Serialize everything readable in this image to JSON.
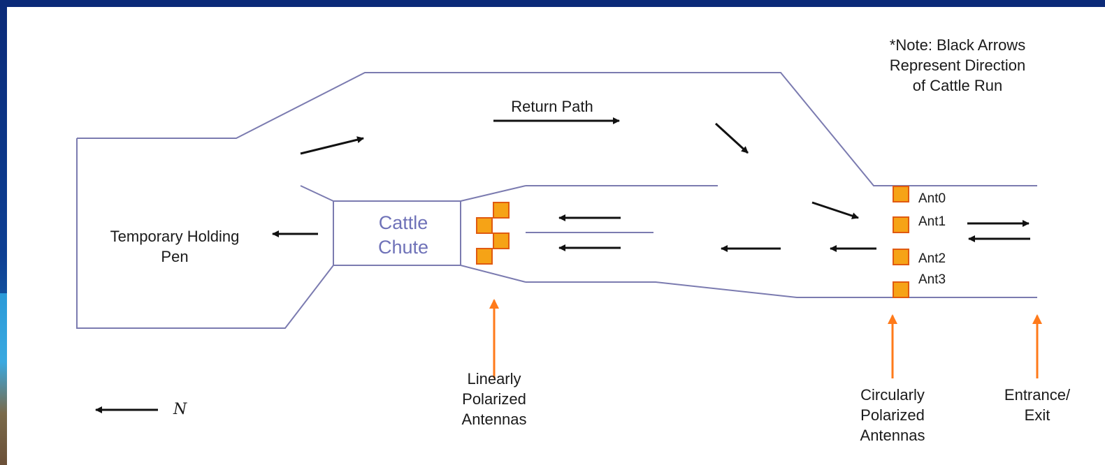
{
  "note": "*Note: Black Arrows\nRepresent Direction\nof Cattle Run",
  "labels": {
    "return_path": "Return Path",
    "holding_pen": "Temporary Holding\nPen",
    "cattle_chute": "Cattle\nChute",
    "linear_antennas": "Linearly\nPolarized\nAntennas",
    "circular_antennas": "Circularly\nPolarized\nAntennas",
    "entrance_exit": "Entrance/\nExit",
    "north": "N"
  },
  "antennas": [
    "Ant0",
    "Ant1",
    "Ant2",
    "Ant3"
  ],
  "colors": {
    "outline": "#7b7bb0",
    "arrow": "#111111",
    "callout_arrow": "#ff7a1a",
    "antenna_fill": "#f6a316",
    "antenna_border": "#e05a10"
  }
}
